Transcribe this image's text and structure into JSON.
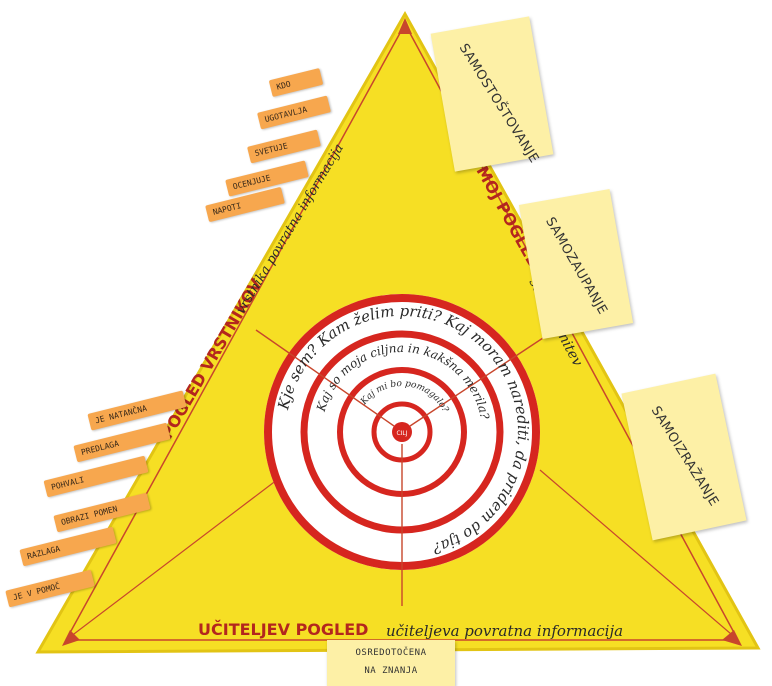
{
  "self_notes": [
    "SAMOSTOŠTOVANJE",
    "SAMOZAUPANJE",
    "SAMOIZRAŽANJE"
  ],
  "center_note": [
    "OSREDOTOČENA",
    "NA ZNANJA"
  ],
  "top_left_tabs": [
    "KDO",
    "UGOTAVLJA",
    "SVETUJE",
    "OCENJUJE",
    "NAPOTI"
  ],
  "bottom_left_tabs": [
    "JE NATANČNA",
    "PREDLAGA",
    "POHVALI",
    "OBRAZI POMEN",
    "RAZLAGA",
    "JE V POMOČ"
  ],
  "sides": {
    "left": {
      "title": "POGLED VRSTNIKOV",
      "subtitle": "vrstnika povratna informacija"
    },
    "right": {
      "title": "MOJ POGLED",
      "subtitle": "samoocenitev"
    },
    "bottom": {
      "title": "UČITELJEV POGLED",
      "subtitle": "učiteljeva povratna informacija"
    }
  },
  "target": {
    "outer_ring": "Kje sem? Kam želim priti? Kaj moram narediti, da pridem do tja?",
    "middle_ring": "Kaj so moja ciljna in kakšna merila?",
    "inner_ring": "Kaj mi bo pomagalo?",
    "bullseye": "CILJ"
  },
  "colors": {
    "triangle": "#f6df24",
    "triangle_edge": "#e2c414",
    "ring_red": "#d6261f",
    "note": "#fdf0a6",
    "tab": "#f7a74e"
  }
}
